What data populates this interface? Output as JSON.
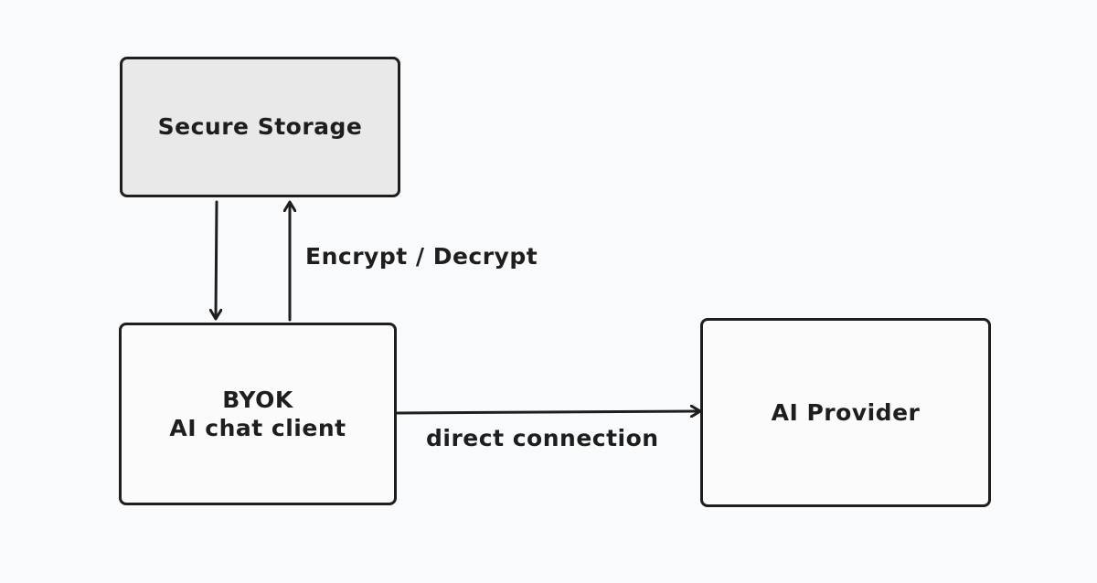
{
  "diagram": {
    "nodes": {
      "storage": {
        "label": "Secure Storage",
        "fill": "#e9e9e9"
      },
      "client": {
        "line1": "BYOK",
        "line2": "AI chat client",
        "fill": "#fbfbfb"
      },
      "provider": {
        "label": "AI Provider",
        "fill": "#fbfbfb"
      }
    },
    "edges": {
      "encrypt_label": "Encrypt / Decrypt",
      "direct_label": "direct connection"
    },
    "colors": {
      "background": "#f9fafb",
      "stroke": "#1e1e1e"
    }
  }
}
